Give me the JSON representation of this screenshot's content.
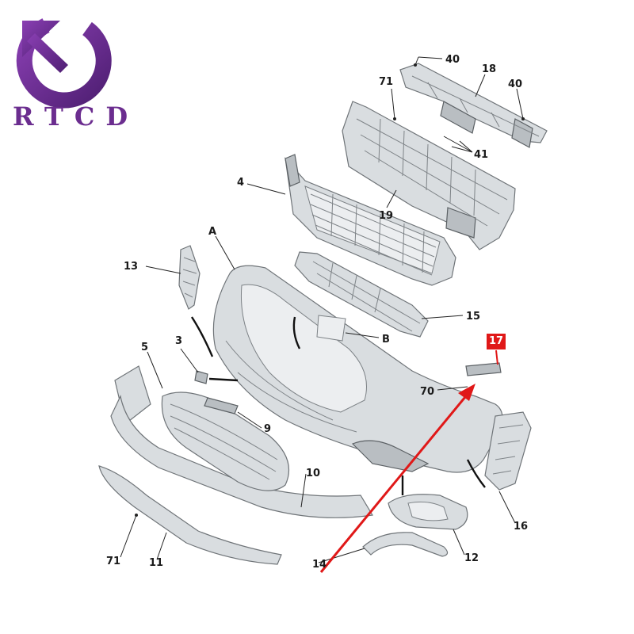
{
  "brand": {
    "name": "RTCD"
  },
  "highlight": {
    "label": "17",
    "color": "#e01818"
  },
  "callouts": [
    {
      "id": "c40a",
      "label": "40"
    },
    {
      "id": "c18",
      "label": "18"
    },
    {
      "id": "c71a",
      "label": "71"
    },
    {
      "id": "c40b",
      "label": "40"
    },
    {
      "id": "c41",
      "label": "41"
    },
    {
      "id": "c4",
      "label": "4"
    },
    {
      "id": "c19",
      "label": "19"
    },
    {
      "id": "cA",
      "label": "A"
    },
    {
      "id": "c13",
      "label": "13"
    },
    {
      "id": "c15",
      "label": "15"
    },
    {
      "id": "c3",
      "label": "3"
    },
    {
      "id": "cB",
      "label": "B"
    },
    {
      "id": "c5",
      "label": "5"
    },
    {
      "id": "c70",
      "label": "70"
    },
    {
      "id": "c9",
      "label": "9"
    },
    {
      "id": "c10",
      "label": "10"
    },
    {
      "id": "c16",
      "label": "16"
    },
    {
      "id": "c12",
      "label": "12"
    },
    {
      "id": "c14",
      "label": "14"
    },
    {
      "id": "c71b",
      "label": "71"
    },
    {
      "id": "c11",
      "label": "11"
    }
  ],
  "colors": {
    "logo": "#6b2d8f",
    "arrow": "#e01818",
    "part": "#d9dde0"
  }
}
